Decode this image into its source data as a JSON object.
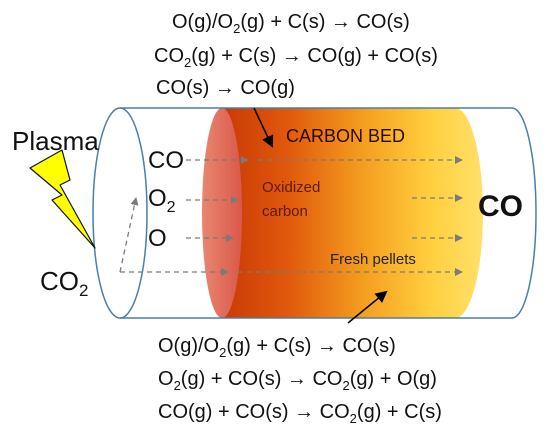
{
  "top_equations": {
    "eq1": {
      "a": "O(g)/O",
      "sub": "2",
      "b": "(g) + C(s) → CO(s)"
    },
    "eq2": {
      "a": "CO",
      "sub": "2",
      "b": "(g) + C(s) → CO(g) + CO(s)"
    },
    "eq3": {
      "a": "CO(s) → CO(g)"
    }
  },
  "bottom_equations": {
    "eq1": {
      "a": "O(g)/O",
      "sub": "2",
      "b": "(g) + C(s) → CO(s)"
    },
    "eq2": {
      "a": "O",
      "sub1": "2",
      "b": "(g) + CO(s) → CO",
      "sub2": "2",
      "c": "(g) + O(g)"
    },
    "eq3": {
      "a": "CO(g) + CO(s) → CO",
      "sub": "2",
      "c": "(g) + C(s)"
    }
  },
  "labels": {
    "plasma": "Plasma",
    "co2_prefix": "CO",
    "co2_sub": "2",
    "species_co": "CO",
    "species_o2_prefix": "O",
    "species_o2_sub": "2",
    "species_o": "O",
    "carbon_bed": "CARBON BED",
    "oxidized_line1": "Oxidized",
    "oxidized_line2": "carbon",
    "fresh_pellets": "Fresh pellets",
    "co_output": "CO"
  },
  "colors": {
    "tube_outline": "#4a7fa6",
    "bed_dark": "#d9430a",
    "bed_mid": "#f59e1c",
    "bed_light": "#ffd84a",
    "bed_end_face": "#e07a6a",
    "lightning_fill": "#ffff00",
    "arrow_dashed": "#7a7a7a"
  }
}
